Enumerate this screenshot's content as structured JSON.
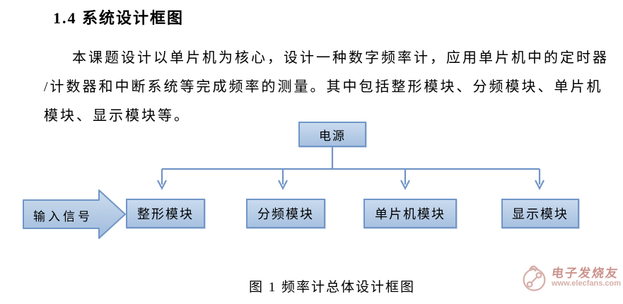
{
  "heading": "1.4 系统设计框图",
  "paragraph": {
    "line1": "本课题设计以单片机为核心，设计一种数字频率计，应用单片机中的定时器",
    "line2": "/计数器和中断系统等完成频率的测量。其中包括整形模块、分频模块、单片机",
    "line3": "模块、显示模块等。"
  },
  "diagram": {
    "power_label": "电源",
    "input_signal_label": "输入信号",
    "modules": [
      "整形模块",
      "分频模块",
      "单片机模块",
      "显示模块"
    ],
    "colors": {
      "box_fill_top": "#c9daee",
      "box_fill_bottom": "#a7c1e0",
      "box_border": "#7096c8",
      "connector": "#7295c6",
      "text": "#000000"
    }
  },
  "caption": "图 1 频率计总体设计框图",
  "watermark": {
    "brand": "电子发烧友",
    "url": "www.elecfans.com",
    "color": "#c27f78"
  }
}
